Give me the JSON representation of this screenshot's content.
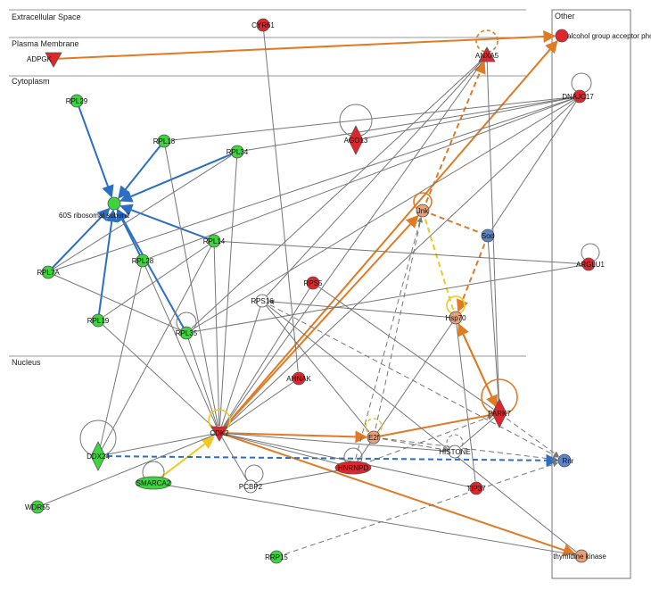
{
  "colors": {
    "up": "#e0262c",
    "up_light": "#e9a07a",
    "down": "#3cd63c",
    "predicted_inhibited": "#5b85c9",
    "neutral": "#ffffff",
    "edge_gray": "#777777",
    "edge_blue": "#2a6fc4",
    "edge_orange": "#e07b24",
    "edge_yellow": "#f0c820"
  },
  "compartments": [
    {
      "id": "extracellular",
      "label": "Extracellular Space"
    },
    {
      "id": "plasma_membrane",
      "label": "Plasma Membrane"
    },
    {
      "id": "cytoplasm",
      "label": "Cytoplasm"
    },
    {
      "id": "nucleus",
      "label": "Nucleus"
    },
    {
      "id": "other",
      "label": "Other"
    }
  ],
  "nodes": [
    {
      "id": "CYR61",
      "label": "CYR61",
      "color": "up",
      "shape": "circle"
    },
    {
      "id": "ADPGK",
      "label": "ADPGK",
      "color": "up",
      "shape": "triangle-down"
    },
    {
      "id": "AGT",
      "label": "alcohol group acceptor phosphotransferase",
      "color": "up",
      "shape": "circle"
    },
    {
      "id": "ANXA5",
      "label": "ANXA5",
      "color": "up",
      "shape": "triangle"
    },
    {
      "id": "DNAJC17",
      "label": "DNAJC17",
      "color": "up",
      "shape": "circle"
    },
    {
      "id": "RPL29",
      "label": "RPL29",
      "color": "down",
      "shape": "circle"
    },
    {
      "id": "AGO13",
      "label": "AGO13",
      "color": "up",
      "shape": "diamond"
    },
    {
      "id": "RPL18",
      "label": "RPL18",
      "color": "down",
      "shape": "circle"
    },
    {
      "id": "RPL34",
      "label": "RPL34",
      "color": "down",
      "shape": "circle"
    },
    {
      "id": "60S",
      "label": "60S ribosomal subunit",
      "color": "down",
      "shape": "circle"
    },
    {
      "id": "Jnk",
      "label": "Jnk",
      "color": "up_light",
      "shape": "circle"
    },
    {
      "id": "Sod",
      "label": "Sod",
      "color": "predicted_inhibited",
      "shape": "circle"
    },
    {
      "id": "RPL7A",
      "label": "RPL7A",
      "color": "down",
      "shape": "circle"
    },
    {
      "id": "RPL28",
      "label": "RPL28",
      "color": "down",
      "shape": "circle"
    },
    {
      "id": "RPL14",
      "label": "RPL14",
      "color": "down",
      "shape": "circle"
    },
    {
      "id": "ARGLU1",
      "label": "ARGLU1",
      "color": "up",
      "shape": "circle"
    },
    {
      "id": "RPS5",
      "label": "RPS5",
      "color": "up",
      "shape": "circle"
    },
    {
      "id": "RPS16",
      "label": "RPS16",
      "color": "neutral",
      "shape": "circle"
    },
    {
      "id": "Hsp70",
      "label": "Hsp70",
      "color": "up_light",
      "shape": "circle"
    },
    {
      "id": "RPL19",
      "label": "RPL19",
      "color": "down",
      "shape": "circle"
    },
    {
      "id": "RPL35",
      "label": "RPL35",
      "color": "down",
      "shape": "circle"
    },
    {
      "id": "AHNAK",
      "label": "AHNAK",
      "color": "up",
      "shape": "circle"
    },
    {
      "id": "PARK7",
      "label": "PARK7",
      "color": "up",
      "shape": "diamond"
    },
    {
      "id": "CDK2",
      "label": "CDK2",
      "color": "up",
      "shape": "triangle-down"
    },
    {
      "id": "E2f",
      "label": "E2f",
      "color": "up_light",
      "shape": "circle"
    },
    {
      "id": "DDX24",
      "label": "DDX24",
      "color": "down",
      "shape": "diamond"
    },
    {
      "id": "HISTONE",
      "label": "HISTONE",
      "color": "neutral",
      "shape": "circle"
    },
    {
      "id": "Rnr",
      "label": "Rnr",
      "color": "predicted_inhibited",
      "shape": "circle"
    },
    {
      "id": "HNRNPD",
      "label": "HNRNPD",
      "color": "up",
      "shape": "ellipse"
    },
    {
      "id": "SMARCA2",
      "label": "SMARCA2",
      "color": "down",
      "shape": "ellipse"
    },
    {
      "id": "PCBP2",
      "label": "PCBP2",
      "color": "neutral",
      "shape": "circle"
    },
    {
      "id": "TIP37",
      "label": "TIP37",
      "color": "up",
      "shape": "circle"
    },
    {
      "id": "WDR55",
      "label": "WDR55",
      "color": "down",
      "shape": "circle"
    },
    {
      "id": "RRP15",
      "label": "RRP15",
      "color": "down",
      "shape": "circle"
    },
    {
      "id": "TK",
      "label": "thymidine kinase",
      "color": "up_light",
      "shape": "circle"
    }
  ],
  "edges": [
    {
      "from": "RPL29",
      "to": "60S",
      "style": "blue",
      "arrow": true
    },
    {
      "from": "RPL18",
      "to": "60S",
      "style": "blue",
      "arrow": true
    },
    {
      "from": "RPL34",
      "to": "60S",
      "style": "blue",
      "arrow": true
    },
    {
      "from": "RPL14",
      "to": "60S",
      "style": "blue",
      "arrow": true
    },
    {
      "from": "RPL28",
      "to": "60S",
      "style": "blue",
      "arrow": true
    },
    {
      "from": "RPL7A",
      "to": "60S",
      "style": "blue",
      "arrow": true
    },
    {
      "from": "RPL19",
      "to": "60S",
      "style": "blue",
      "arrow": true
    },
    {
      "from": "RPL35",
      "to": "60S",
      "style": "blue",
      "arrow": true
    },
    {
      "from": "ADPGK",
      "to": "AGT",
      "style": "orange",
      "arrow": true
    },
    {
      "from": "CDK2",
      "to": "AGT",
      "style": "orange",
      "arrow": true
    },
    {
      "from": "CDK2",
      "to": "Jnk",
      "style": "orange",
      "arrow": true
    },
    {
      "from": "CDK2",
      "to": "E2f",
      "style": "orange",
      "arrow": true
    },
    {
      "from": "CDK2",
      "to": "TK",
      "style": "orange",
      "arrow": true
    },
    {
      "from": "Hsp70",
      "to": "PARK7",
      "style": "orange",
      "arrow": true
    },
    {
      "from": "PARK7",
      "to": "Hsp70",
      "style": "orange",
      "arrow": true
    },
    {
      "from": "E2f",
      "to": "PARK7",
      "style": "orange",
      "arrow": false
    },
    {
      "from": "Jnk",
      "to": "ANXA5",
      "style": "orange-dashed",
      "arrow": true
    },
    {
      "from": "Jnk",
      "to": "Sod",
      "style": "orange-dashed",
      "arrow": false
    },
    {
      "from": "Sod",
      "to": "Hsp70",
      "style": "orange-dashed",
      "arrow": true
    },
    {
      "from": "Jnk",
      "to": "Hsp70",
      "style": "yellow-dashed",
      "arrow": false
    },
    {
      "from": "SMARCA2",
      "to": "CDK2",
      "style": "yellow",
      "arrow": true
    },
    {
      "from": "DDX24",
      "to": "Rnr",
      "style": "blue-dashed",
      "arrow": true
    },
    {
      "from": "CYR61",
      "to": "AHNAK",
      "style": "gray",
      "arrow": false
    },
    {
      "from": "DNAJC17",
      "to": "RPL34",
      "style": "gray",
      "arrow": false
    },
    {
      "from": "DNAJC17",
      "to": "RPL18",
      "style": "gray",
      "arrow": false
    },
    {
      "from": "DNAJC17",
      "to": "RPL28",
      "style": "gray",
      "arrow": false
    },
    {
      "from": "DNAJC17",
      "to": "RPL7A",
      "style": "gray",
      "arrow": false
    },
    {
      "from": "DNAJC17",
      "to": "RPL35",
      "style": "gray",
      "arrow": false
    },
    {
      "from": "DNAJC17",
      "to": "AGO13",
      "style": "gray",
      "arrow": false
    },
    {
      "from": "DNAJC17",
      "to": "CDK2",
      "style": "gray",
      "arrow": false
    },
    {
      "from": "DNAJC17",
      "to": "Sod",
      "style": "gray",
      "arrow": false
    },
    {
      "from": "ANXA5",
      "to": "RPL35",
      "style": "gray",
      "arrow": false
    },
    {
      "from": "ANXA5",
      "to": "RPS16",
      "style": "gray",
      "arrow": false
    },
    {
      "from": "ANXA5",
      "to": "CDK2",
      "style": "gray",
      "arrow": false
    },
    {
      "from": "ANXA5",
      "to": "PARK7",
      "style": "gray",
      "arrow": true
    },
    {
      "from": "RPL14",
      "to": "ARGLU1",
      "style": "gray",
      "arrow": false
    },
    {
      "from": "RPL14",
      "to": "CDK2",
      "style": "gray",
      "arrow": false
    },
    {
      "from": "RPL14",
      "to": "RPL19",
      "style": "gray",
      "arrow": false
    },
    {
      "from": "RPL14",
      "to": "DDX24",
      "style": "gray",
      "arrow": false
    },
    {
      "from": "ARGLU1",
      "to": "RPL35",
      "style": "gray",
      "arrow": false
    },
    {
      "from": "RPL18",
      "to": "CDK2",
      "style": "gray",
      "arrow": false
    },
    {
      "from": "RPL34",
      "to": "CDK2",
      "style": "gray",
      "arrow": false
    },
    {
      "from": "RPL7A",
      "to": "RPL35",
      "style": "gray",
      "arrow": false
    },
    {
      "from": "RPL7A",
      "to": "RPL34",
      "style": "gray",
      "arrow": false
    },
    {
      "from": "RPL28",
      "to": "CDK2",
      "style": "gray",
      "arrow": false
    },
    {
      "from": "RPL28",
      "to": "DDX24",
      "style": "gray",
      "arrow": false
    },
    {
      "from": "RPL19",
      "to": "CDK2",
      "style": "gray",
      "arrow": false
    },
    {
      "from": "RPL35",
      "to": "CDK2",
      "style": "gray",
      "arrow": false
    },
    {
      "from": "RPS5",
      "to": "CDK2",
      "style": "gray",
      "arrow": false
    },
    {
      "from": "RPS16",
      "to": "CDK2",
      "style": "gray",
      "arrow": false
    },
    {
      "from": "RPS16",
      "to": "TK",
      "style": "gray",
      "arrow": false
    },
    {
      "from": "RPS16",
      "to": "E2f",
      "style": "gray",
      "arrow": false
    },
    {
      "from": "RPS5",
      "to": "PARK7",
      "style": "gray",
      "arrow": false
    },
    {
      "from": "AHNAK",
      "to": "CDK2",
      "style": "gray",
      "arrow": false
    },
    {
      "from": "Hsp70",
      "to": "RPS16",
      "style": "gray",
      "arrow": true
    },
    {
      "from": "Hsp70",
      "to": "TIP37",
      "style": "gray",
      "arrow": false
    },
    {
      "from": "Hsp70",
      "to": "HNRNPD",
      "style": "gray",
      "arrow": false
    },
    {
      "from": "CDK2",
      "to": "HNRNPD",
      "style": "gray",
      "arrow": false
    },
    {
      "from": "CDK2",
      "to": "PCBP2",
      "style": "gray",
      "arrow": false
    },
    {
      "from": "CDK2",
      "to": "TIP37",
      "style": "gray",
      "arrow": false
    },
    {
      "from": "CDK2",
      "to": "HISTONE",
      "style": "gray",
      "arrow": false
    },
    {
      "from": "CDK2",
      "to": "DDX24",
      "style": "gray",
      "arrow": false
    },
    {
      "from": "CDK2",
      "to": "WDR55",
      "style": "gray",
      "arrow": false
    },
    {
      "from": "PCBP2",
      "to": "HNRNPD",
      "style": "gray",
      "arrow": true
    },
    {
      "from": "SMARCA2",
      "to": "TK",
      "style": "gray",
      "arrow": false
    },
    {
      "from": "PARK7",
      "to": "HISTONE",
      "style": "gray",
      "arrow": false
    },
    {
      "from": "Sod",
      "to": "PARK7",
      "style": "gray",
      "arrow": false
    },
    {
      "from": "PARK7",
      "to": "Rnr",
      "style": "gray-dashed",
      "arrow": true
    },
    {
      "from": "E2f",
      "to": "Jnk",
      "style": "gray-dashed",
      "arrow": true
    },
    {
      "from": "E2f",
      "to": "Rnr",
      "style": "gray-dashed",
      "arrow": true
    },
    {
      "from": "E2f",
      "to": "HISTONE",
      "style": "gray-dashed",
      "arrow": true
    },
    {
      "from": "HNRNPD",
      "to": "PARK7",
      "style": "gray-dashed",
      "arrow": true
    },
    {
      "from": "HNRNPD",
      "to": "Jnk",
      "style": "gray-dashed",
      "arrow": true
    },
    {
      "from": "RPS16",
      "to": "Rnr",
      "style": "gray-dashed",
      "arrow": true
    },
    {
      "from": "RRP15",
      "to": "Rnr",
      "style": "gray-dashed",
      "arrow": true
    }
  ]
}
